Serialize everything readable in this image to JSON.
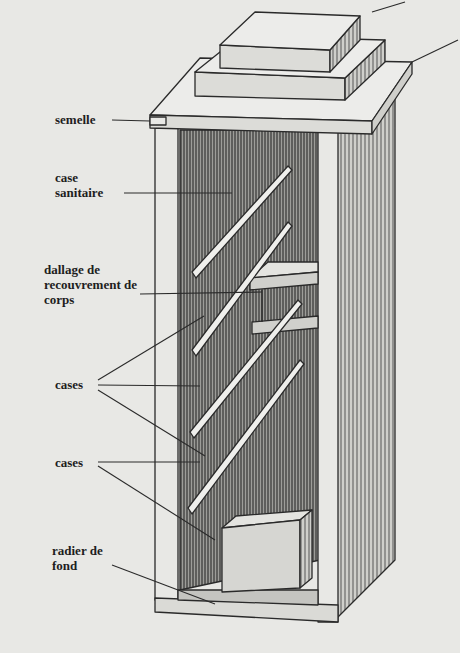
{
  "diagram": {
    "labels": [
      "semelle",
      "case sanitaire",
      "dallage de recouvrement de corps",
      "cases",
      "cases",
      "radier de fond"
    ]
  }
}
